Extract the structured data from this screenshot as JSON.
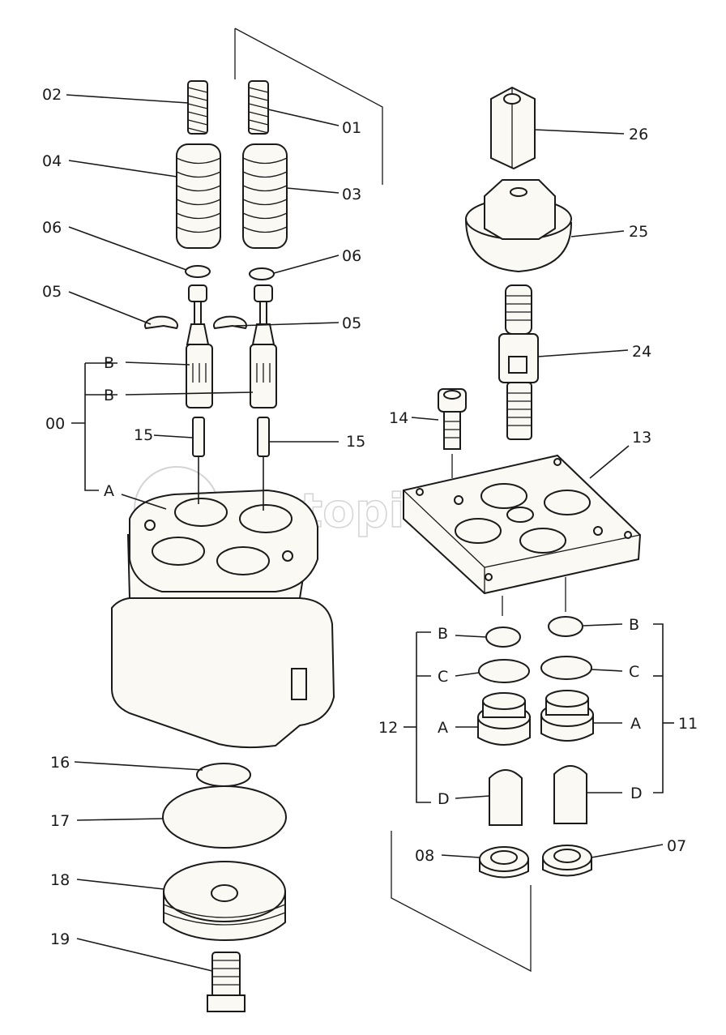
{
  "watermark": "autopiter.ru",
  "labels": {
    "l02": "02",
    "l01": "01",
    "l04": "04",
    "l03": "03",
    "l06a": "06",
    "l06b": "06",
    "l05a": "05",
    "l05b": "05",
    "lB1": "B",
    "lB2": "B",
    "l00": "00",
    "l15a": "15",
    "l15b": "15",
    "lA1": "A",
    "l26": "26",
    "l25": "25",
    "l24": "24",
    "l14": "14",
    "l13": "13",
    "lBl": "B",
    "lBr": "B",
    "lCl": "C",
    "lCr": "C",
    "l12": "12",
    "l11": "11",
    "lAl": "A",
    "lAr": "A",
    "lDl": "D",
    "lDr": "D",
    "l08": "08",
    "l07": "07",
    "l16": "16",
    "l17": "17",
    "l18": "18",
    "l19": "19"
  }
}
